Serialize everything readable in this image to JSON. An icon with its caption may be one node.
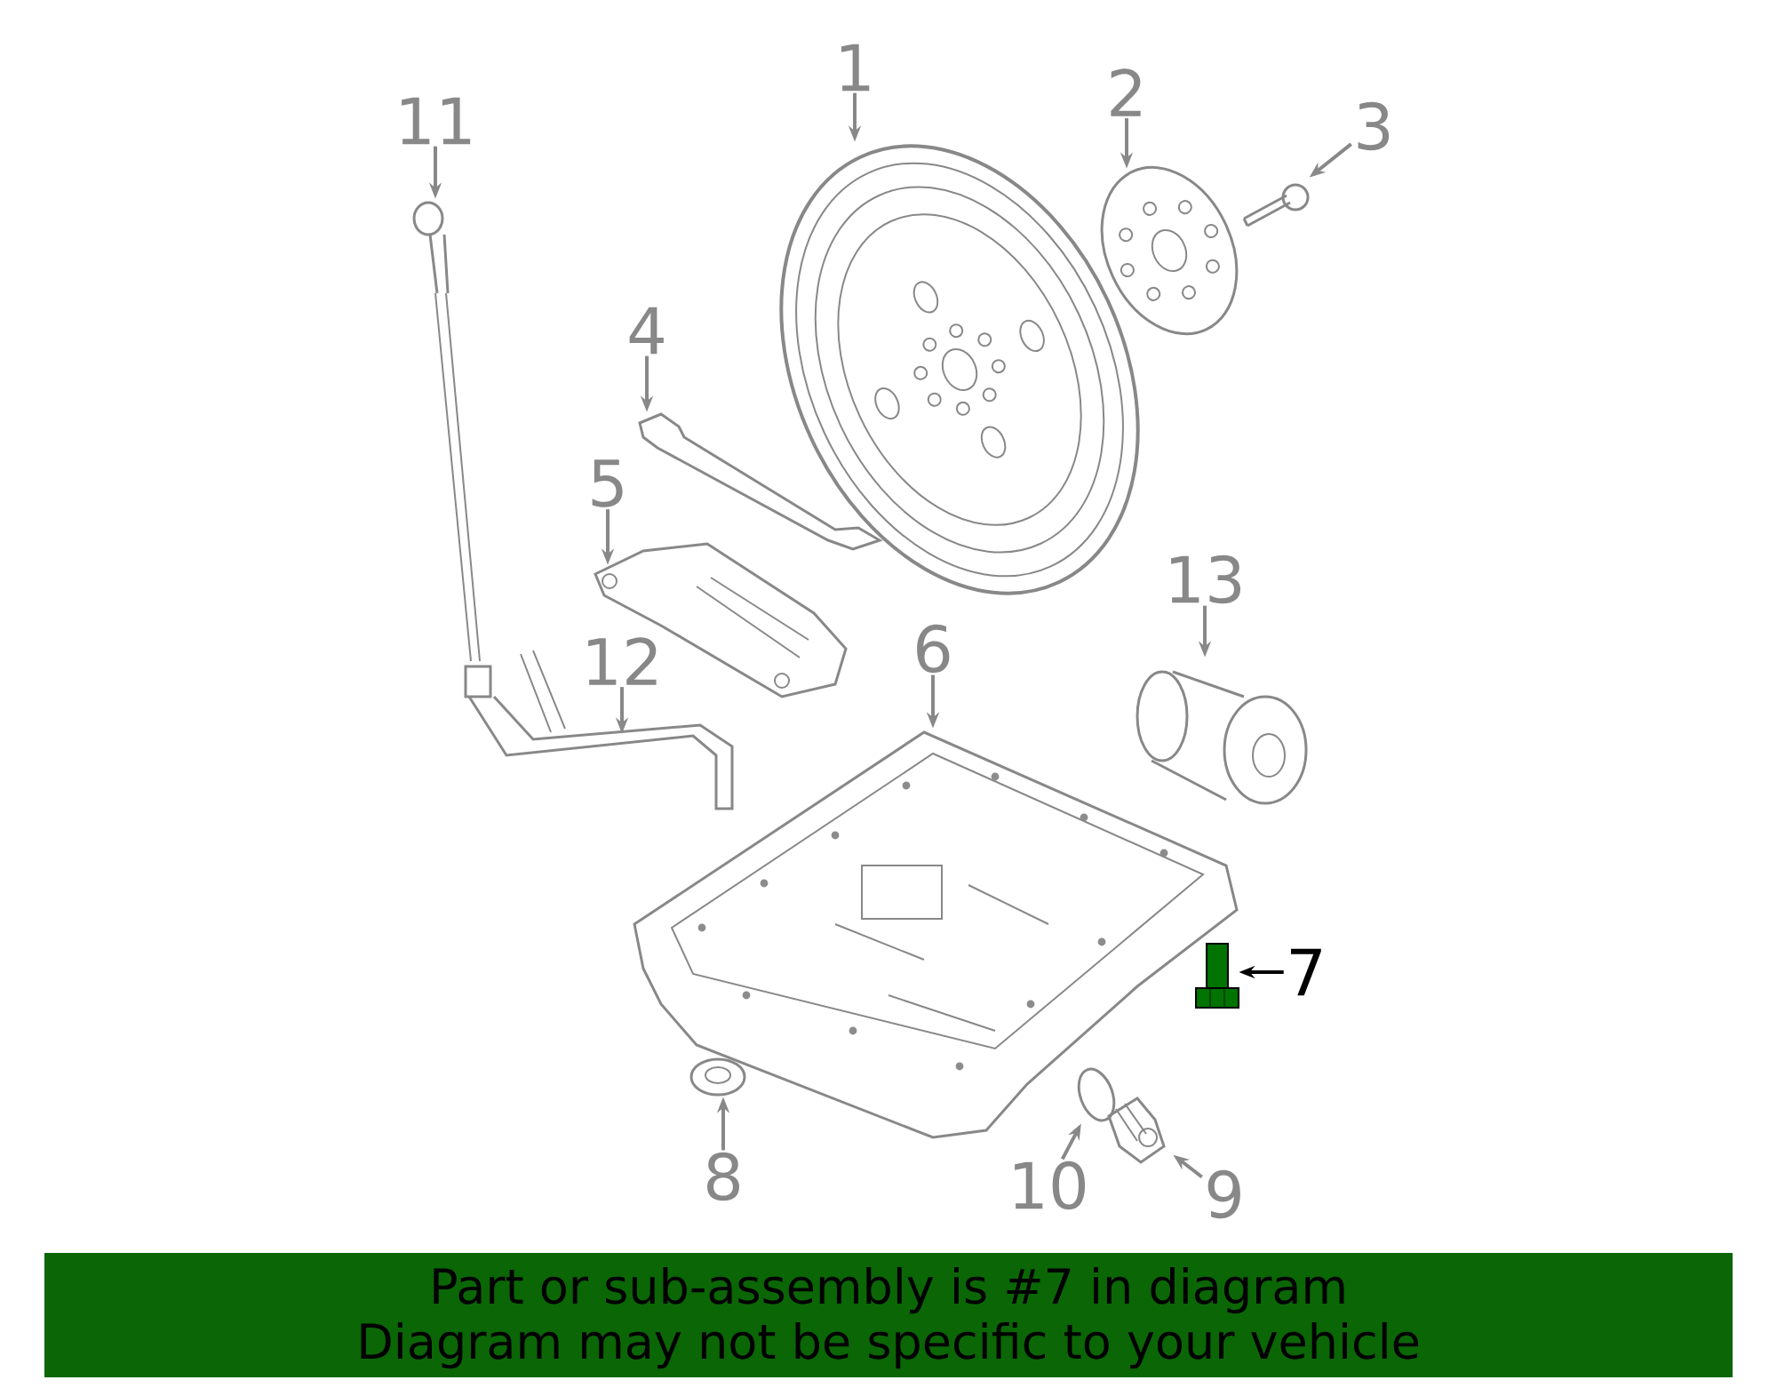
{
  "diagram": {
    "nodes": [
      {
        "text": [
          "1"
        ]
      },
      {
        "text": [
          "2"
        ]
      },
      {
        "text": [
          "3"
        ]
      },
      {
        "text": [
          "4"
        ]
      },
      {
        "text": [
          "5"
        ]
      },
      {
        "text": [
          "6"
        ]
      },
      {
        "text": [
          "7"
        ]
      },
      {
        "text": [
          "8"
        ]
      },
      {
        "text": [
          "9"
        ]
      },
      {
        "text": [
          "10"
        ]
      },
      {
        "text": [
          "11"
        ]
      },
      {
        "text": [
          "12"
        ]
      },
      {
        "text": [
          "13"
        ]
      },
      {
        "text": [],
        "shape": "picture"
      },
      {
        "text": [],
        "shape": "picture"
      },
      {
        "text": [],
        "shape": "picture"
      },
      {
        "text": [],
        "shape": "picture"
      },
      {
        "text": [],
        "shape": "picture"
      },
      {
        "text": [],
        "shape": "picture"
      },
      {
        "text": [],
        "shape": "picture"
      },
      {
        "text": [],
        "shape": "picture"
      },
      {
        "text": [],
        "shape": "picture"
      },
      {
        "text": [],
        "shape": "picture"
      },
      {
        "text": [],
        "shape": "picture"
      },
      {
        "text": [],
        "shape": "picture"
      },
      {
        "text": [],
        "shape": "picture"
      }
    ],
    "edges": [
      {
        "from": 0,
        "to": 13,
        "arrow": "to"
      },
      {
        "from": 1,
        "to": 14,
        "arrow": "to"
      },
      {
        "from": 2,
        "to": 15,
        "arrow": "to"
      },
      {
        "from": 3,
        "to": 16,
        "arrow": "to"
      },
      {
        "from": 4,
        "to": 17,
        "arrow": "to"
      },
      {
        "from": 5,
        "to": 18,
        "arrow": "to"
      },
      {
        "from": 6,
        "to": 19,
        "arrow": "to",
        "color": "#000000"
      },
      {
        "from": 7,
        "to": 20,
        "arrow": "to"
      },
      {
        "from": 8,
        "to": 21,
        "arrow": "to"
      },
      {
        "from": 9,
        "to": 22,
        "arrow": "to"
      },
      {
        "from": 10,
        "to": 23,
        "arrow": "to"
      },
      {
        "from": 11,
        "to": 24,
        "arrow": "to"
      },
      {
        "from": 12,
        "to": 25,
        "arrow": "to"
      }
    ],
    "labels": [
      "Part or sub-assembly is #7 in diagram",
      "Diagram may not be specific to your vehicle"
    ]
  }
}
